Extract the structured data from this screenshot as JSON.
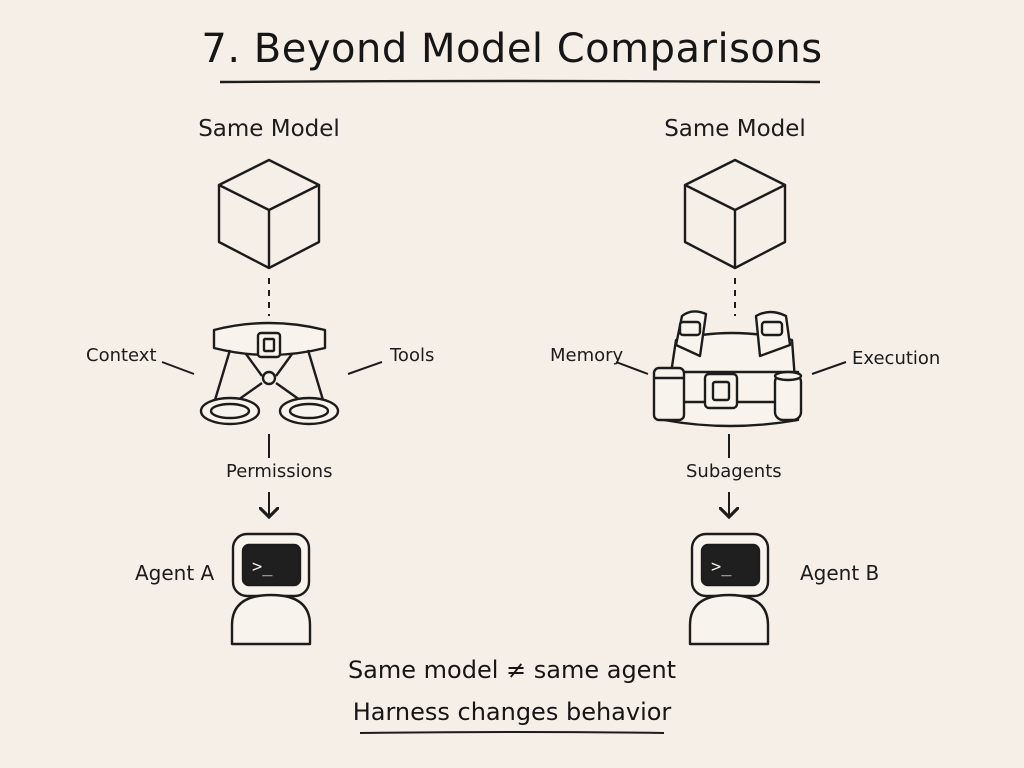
{
  "title": "7. Beyond Model Comparisons",
  "left": {
    "model_label": "Same Model",
    "side_left": "Context",
    "side_right": "Tools",
    "connector_label": "Permissions",
    "agent_label": "Agent A",
    "agent_screen": ">_"
  },
  "right": {
    "model_label": "Same Model",
    "side_left": "Memory",
    "side_right": "Execution",
    "connector_label": "Subagents",
    "agent_label": "Agent B",
    "agent_screen": ">_"
  },
  "footer": {
    "line1": "Same model ≠ same agent",
    "line2": "Harness changes behavior"
  },
  "colors": {
    "background": "#f5efe7",
    "ink": "#1c1c1c",
    "screen": "#1f1f1f"
  }
}
